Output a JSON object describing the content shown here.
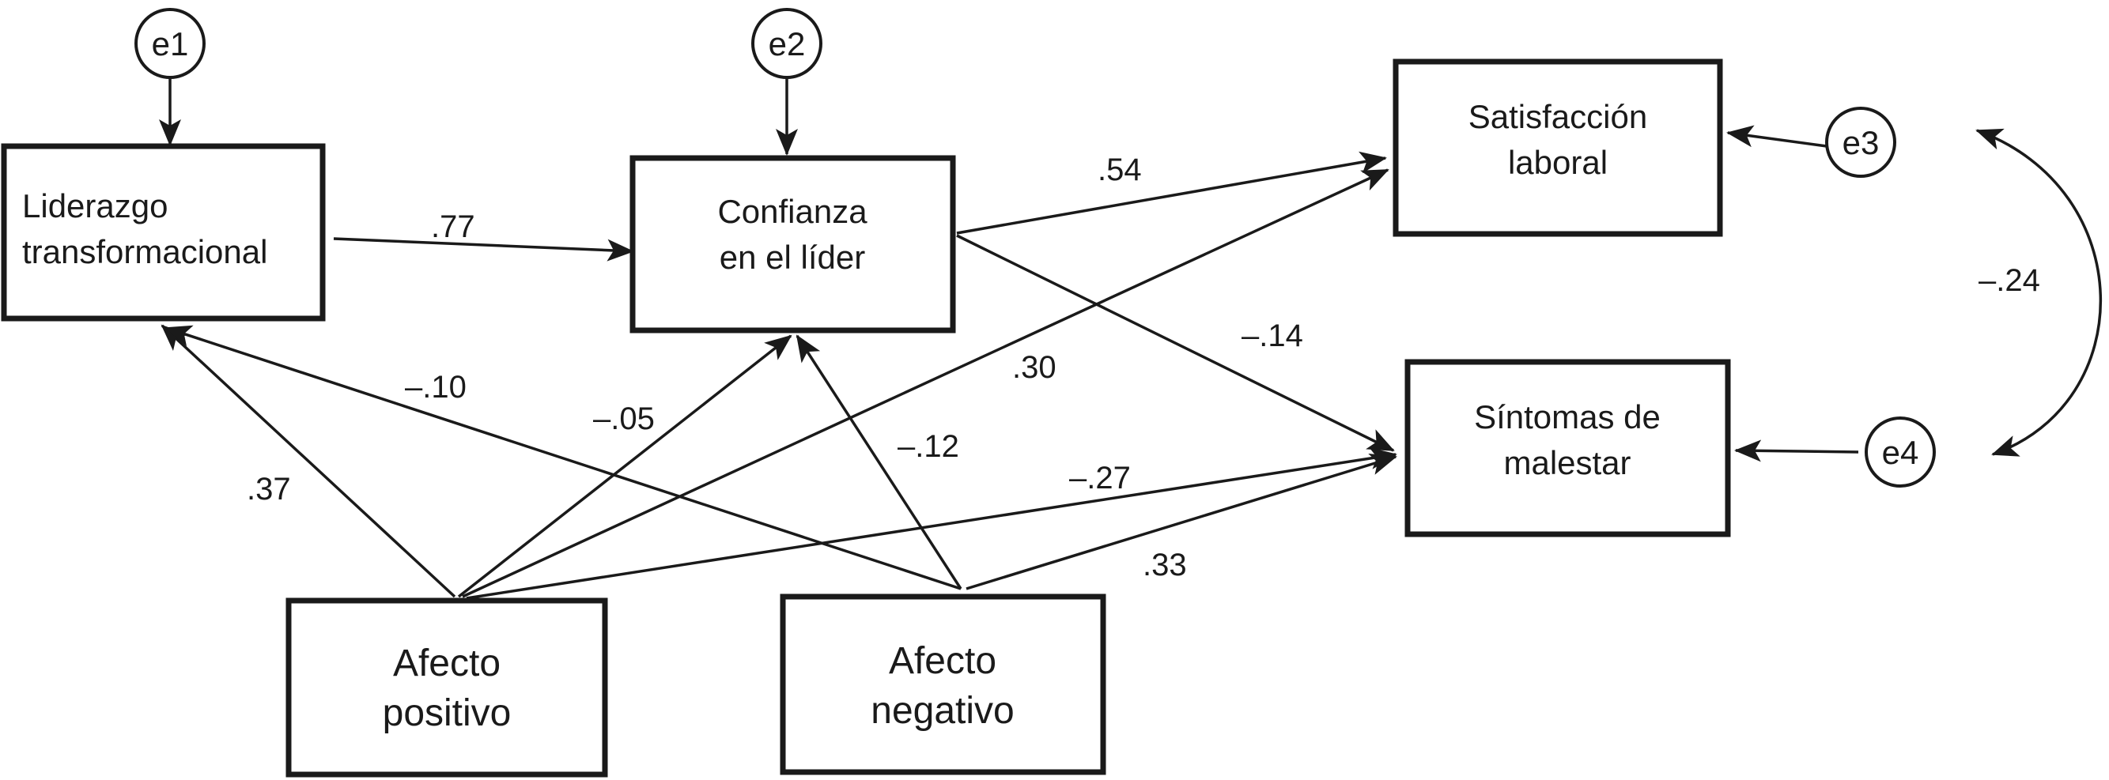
{
  "nodes": {
    "liderazgo": {
      "line1": "Liderazgo",
      "line2": "transformacional"
    },
    "confianza": {
      "line1": "Confianza",
      "line2": "en el líder"
    },
    "satisfaccion": {
      "line1": "Satisfacción",
      "line2": "laboral"
    },
    "sintomas": {
      "line1": "Síntomas de",
      "line2": "malestar"
    },
    "afecto_positivo": {
      "line1": "Afecto",
      "line2": "positivo"
    },
    "afecto_negativo": {
      "line1": "Afecto",
      "line2": "negativo"
    }
  },
  "errors": {
    "e1": "e1",
    "e2": "e2",
    "e3": "e3",
    "e4": "e4"
  },
  "coefficients": {
    "lid_conf": ".77",
    "conf_sat": ".54",
    "conf_sint": "–.14",
    "ap_lid": ".37",
    "an_lid": "–.10",
    "ap_conf": "–.05",
    "an_conf": "–.12",
    "ap_sat": ".30",
    "ap_sint": "–.27",
    "an_sint": ".33",
    "e3_e4": "–.24"
  }
}
